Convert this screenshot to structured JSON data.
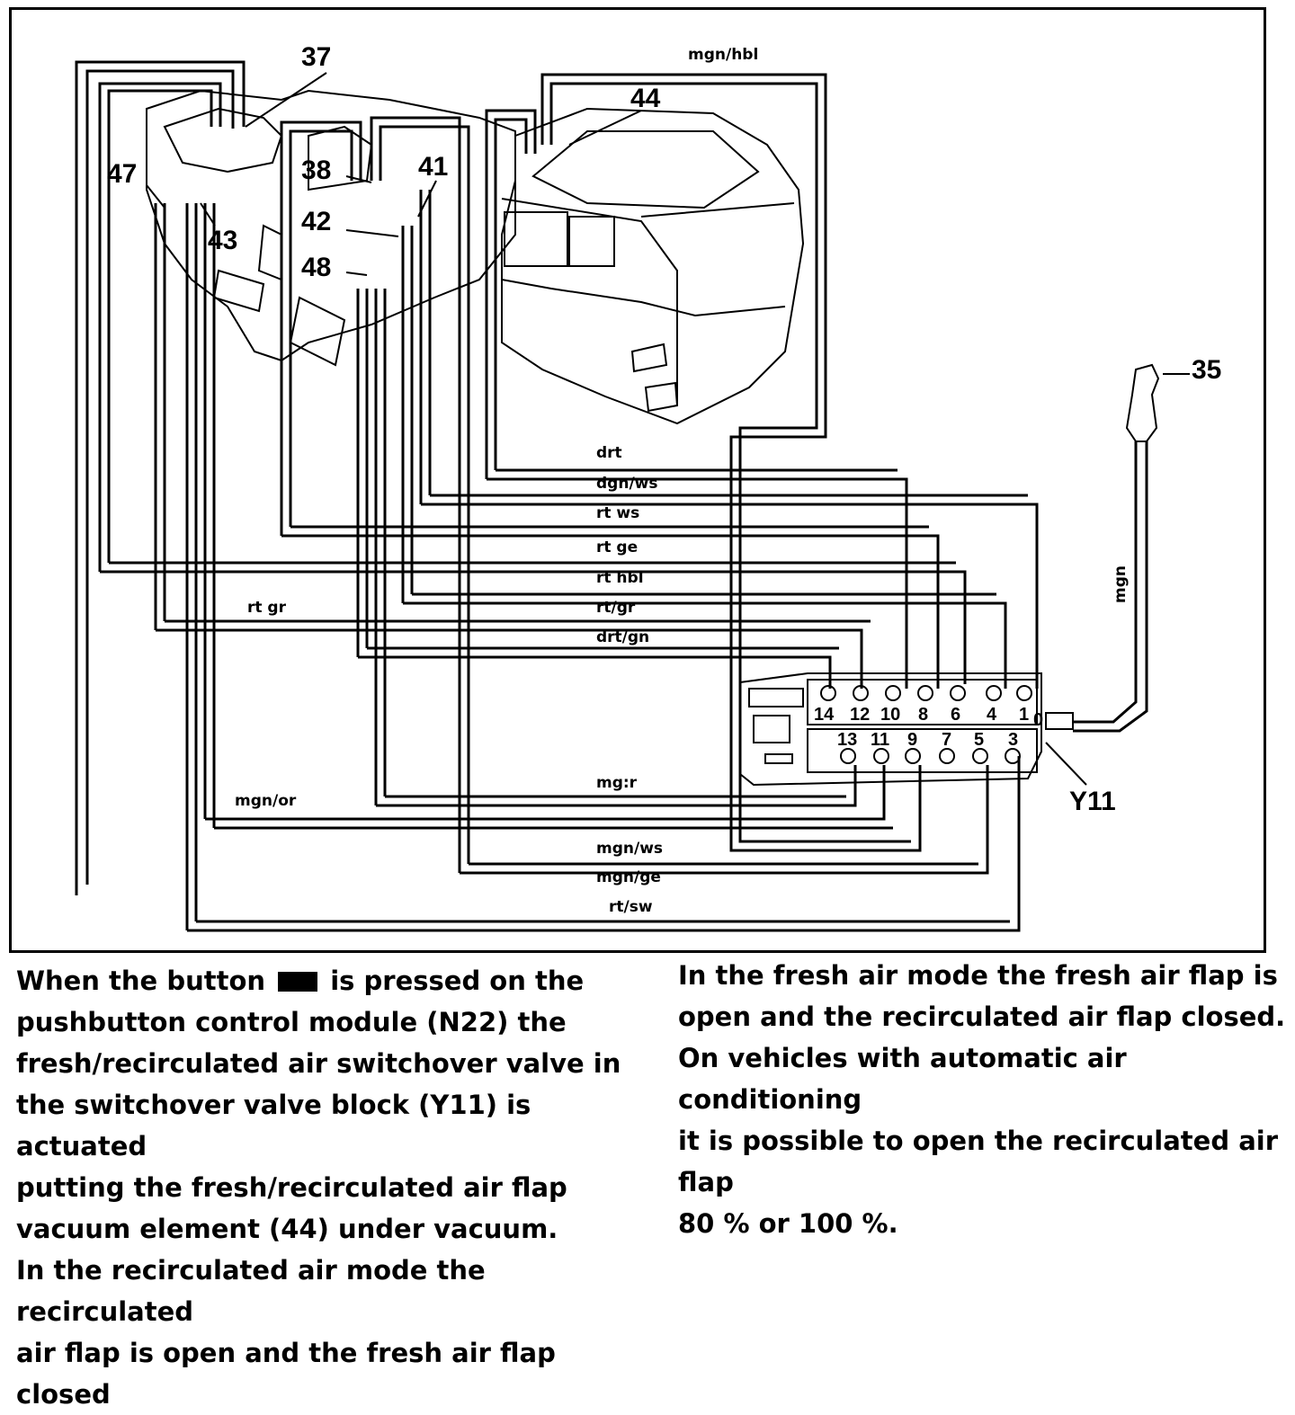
{
  "diagram": {
    "callouts": {
      "c37": "37",
      "c44": "44",
      "c38": "38",
      "c41": "41",
      "c47": "47",
      "c42": "42",
      "c43": "43",
      "c48": "48",
      "c35": "35",
      "cY11": "Y11"
    },
    "hose_labels": {
      "top": "mgn/hbl",
      "drt": "drt",
      "dgn_ws": "dgn/ws",
      "rt_ws": "rt ws",
      "rt_ge": "rt ge",
      "rt_hbl": "rt hbl",
      "rt_gr_left": "rt gr",
      "rt_gr": "rt/gr",
      "drt_gn": "drt/gn",
      "mgn_right": "mgn",
      "mgn_or": "mgn/or",
      "mg_partial": "mg:r",
      "mgn_ws": "mgn/ws",
      "mgn_ge": "mgn/ge",
      "rt_sw": "rt/sw"
    },
    "ports_top": [
      "14",
      "12",
      "10",
      "8",
      "6",
      "4",
      "1"
    ],
    "ports_bottom": [
      "13",
      "11",
      "9",
      "7",
      "5",
      "3"
    ],
    "port_zero": "0"
  },
  "text": {
    "left": {
      "pre_icon": "When the button",
      "post_icon": "is pressed on the",
      "lines": [
        "pushbutton control module (N22) the",
        "fresh/recirculated air switchover valve in",
        "the switchover valve block (Y11) is actuated",
        "putting the fresh/recirculated air flap",
        "vacuum element (44) under vacuum.",
        "In the recirculated air mode the recirculated",
        "air flap is open and the fresh air flap closed"
      ]
    },
    "right": {
      "lines": [
        "In the fresh air mode the fresh air flap is",
        "open and the recirculated air flap closed.",
        "On vehicles with automatic air conditioning",
        "it is possible to open the recirculated air flap",
        "80 % or 100 %."
      ]
    }
  }
}
